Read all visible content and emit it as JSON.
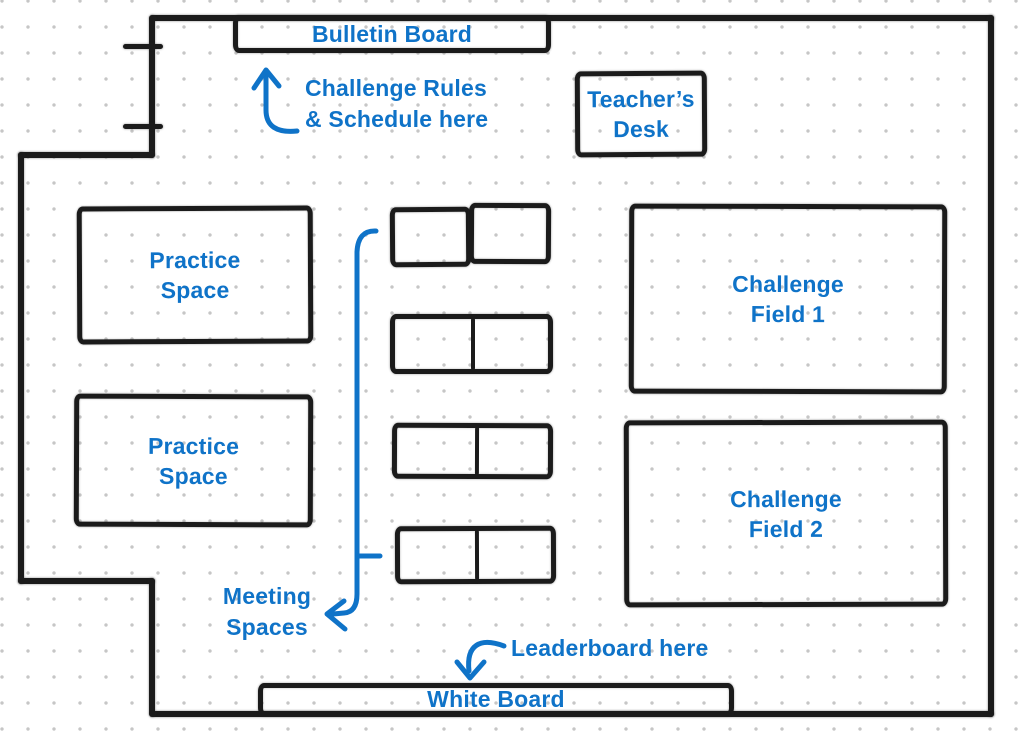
{
  "colors": {
    "annotation": "#0f73c8",
    "wall": "#1b1b1b",
    "dot": "#c6c6c6",
    "background": "#ffffff"
  },
  "plan": {
    "bulletin_board": {
      "label": "Bulletin Board"
    },
    "teachers_desk": {
      "line1": "Teacher’s",
      "line2": "Desk"
    },
    "practice_space_1": {
      "line1": "Practice",
      "line2": "Space"
    },
    "practice_space_2": {
      "line1": "Practice",
      "line2": "Space"
    },
    "challenge_field_1": {
      "line1": "Challenge",
      "line2": "Field 1"
    },
    "challenge_field_2": {
      "line1": "Challenge",
      "line2": "Field 2"
    },
    "white_board": {
      "label": "White Board"
    }
  },
  "annotations": {
    "rules": {
      "line1": "Challenge Rules",
      "line2": "& Schedule here"
    },
    "meeting_spaces": {
      "line1": "Meeting",
      "line2": "Spaces"
    },
    "leaderboard": {
      "label": "Leaderboard here"
    }
  }
}
